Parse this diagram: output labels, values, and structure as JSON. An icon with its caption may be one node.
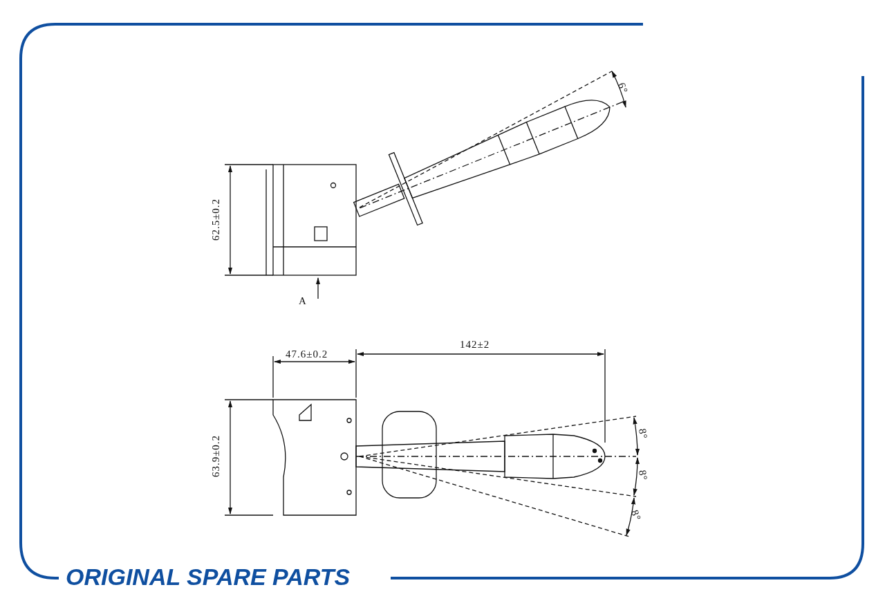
{
  "diagram": {
    "labels": [
      "6°",
      "62.5±0.2",
      "A",
      "47.6±0.2",
      "142±2",
      "63.9±0.2",
      "8°",
      "8°",
      "8°",
      "ORIGINAL SPARE PARTS"
    ]
  }
}
